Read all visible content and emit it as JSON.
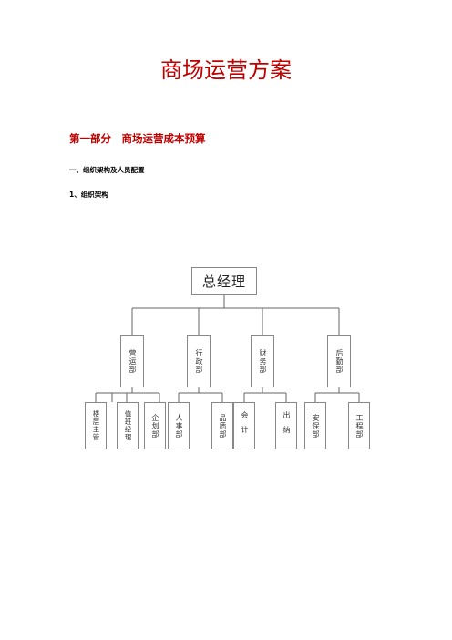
{
  "document": {
    "title": "商场运营方案",
    "part_heading": "第一部分　商场运营成本预算",
    "section_heading": "一、组织架构及人员配置",
    "subsection_heading": "1、组织架构"
  },
  "org_chart": {
    "root": "总经理",
    "departments": [
      {
        "label": "营运部",
        "children": [
          "楼层主管",
          "值班经理",
          "企划部"
        ]
      },
      {
        "label": "行政部",
        "children": [
          "人事部",
          "品质部"
        ]
      },
      {
        "label": "财务部",
        "children": [
          "会计",
          "出纳"
        ]
      },
      {
        "label": "后勤部",
        "children": [
          "安保部",
          "工程部"
        ]
      }
    ]
  },
  "colors": {
    "heading": "#c00000",
    "box_border": "#888888",
    "line": "#666666"
  }
}
